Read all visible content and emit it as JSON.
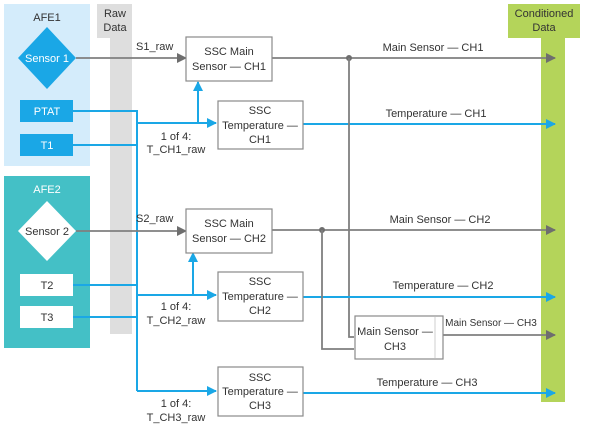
{
  "colors": {
    "afe1_bg": "#d4ecfb",
    "afe2_bg": "#44c0c6",
    "blue": "#1aa7e6",
    "gray_line": "#7f7f7f",
    "raw_band": "#dedede",
    "conditioned_band": "#b4d45a"
  },
  "columns": {
    "raw": "Raw\nData",
    "raw_line1": "Raw",
    "raw_line2": "Data",
    "conditioned_line1": "Conditioned",
    "conditioned_line2": "Data"
  },
  "afe1": {
    "title": "AFE1",
    "sensor": "Sensor 1",
    "ptat": "PTAT",
    "t1": "T1"
  },
  "afe2": {
    "title": "AFE2",
    "sensor": "Sensor 2",
    "t2": "T2",
    "t3": "T3"
  },
  "signals": {
    "s1_raw": "S1_raw",
    "s2_raw": "S2_raw",
    "t_ch1_raw_l1": "1 of 4:",
    "t_ch1_raw_l2": "T_CH1_raw",
    "t_ch2_raw_l1": "1 of 4:",
    "t_ch2_raw_l2": "T_CH2_raw",
    "t_ch3_raw_l1": "1 of 4:",
    "t_ch3_raw_l2": "T_CH3_raw"
  },
  "blocks": {
    "ssc_main_ch1": [
      "SSC Main",
      "Sensor —  CH1"
    ],
    "ssc_temp_ch1": [
      "SSC",
      "Temperature —",
      "CH1"
    ],
    "ssc_main_ch2": [
      "SSC Main",
      "Sensor — CH2"
    ],
    "ssc_temp_ch2": [
      "SSC",
      "Temperature —",
      "CH2"
    ],
    "main_ch3": [
      "Main Sensor —",
      "CH3"
    ],
    "ssc_temp_ch3": [
      "SSC",
      "Temperature —",
      "CH3"
    ]
  },
  "outputs": {
    "main_ch1": "Main Sensor — CH1",
    "temp_ch1": "Temperature — CH1",
    "main_ch2": "Main Sensor — CH2",
    "temp_ch2": "Temperature — CH2",
    "main_ch3": "Main Sensor — CH3",
    "temp_ch3": "Temperature — CH3"
  }
}
